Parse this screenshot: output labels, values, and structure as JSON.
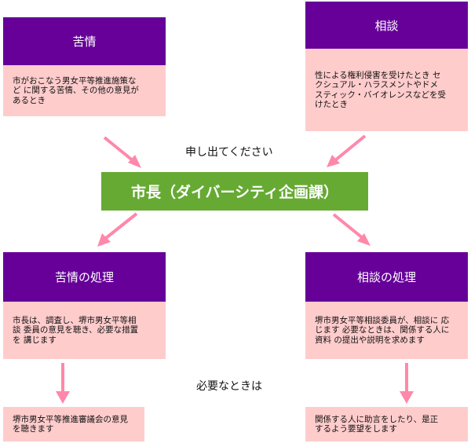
{
  "colors": {
    "header": "#660099",
    "body": "#ffcccc",
    "center": "#66aa33",
    "arrow": "#ff88aa"
  },
  "complaint": {
    "title": "苦情",
    "body": "市がおこなう男女平等推進施策など に関する苦情、その他の意見が あるとき"
  },
  "consultation": {
    "title": "相談",
    "body": "性による権利侵害を受けたとき セクシュアル・ハラスメントやドメ スティック・バイオレンスなどを受 けたとき"
  },
  "submit_label": "申し出てください",
  "center": {
    "label": "市長（ダイバーシティ企画課）"
  },
  "complaint_processing": {
    "title": "苦情の処理",
    "body": "市長は、調査し、堺市男女平等相 談 委員の意見を聴き、必要な措置を 講じます"
  },
  "consultation_processing": {
    "title": "相談の処理",
    "body": "堺市男女平等相談委員が、相談に 応じます 必要なときは、関係する人に資料 の提出や説明を求めます"
  },
  "when_needed_label": "必要なときは",
  "complaint_followup": {
    "body": "堺市男女平等推進審議会の意見 を聴きます"
  },
  "consultation_followup": {
    "body": "関係する人に助言をしたり、是正 するよう要望をします"
  },
  "arrows": [
    {
      "name": "arrow-complaint-to-mayor",
      "direction": "down-right"
    },
    {
      "name": "arrow-consultation-to-mayor",
      "direction": "down-left"
    },
    {
      "name": "arrow-mayor-to-complaint-processing",
      "direction": "down-left"
    },
    {
      "name": "arrow-mayor-to-consultation-processing",
      "direction": "down-right"
    },
    {
      "name": "arrow-complaint-processing-down",
      "direction": "down"
    },
    {
      "name": "arrow-consultation-processing-down",
      "direction": "down"
    }
  ]
}
